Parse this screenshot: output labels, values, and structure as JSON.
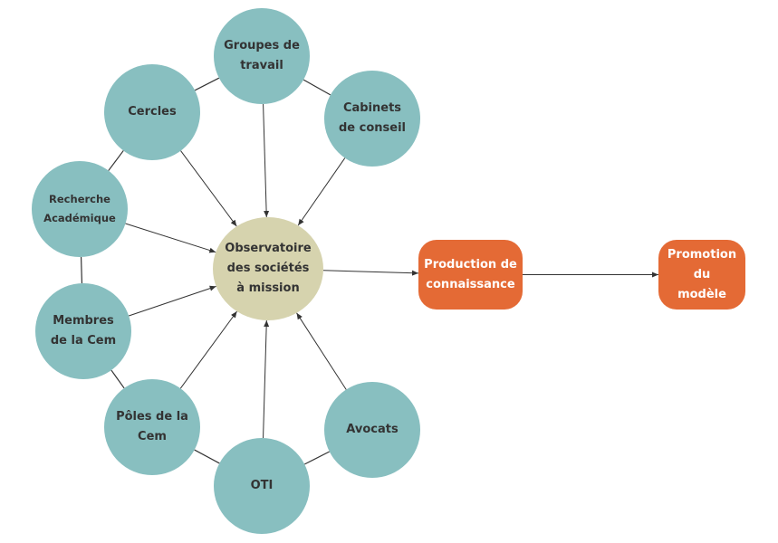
{
  "diagram": {
    "colors": {
      "satellite": "#88bfc0",
      "center": "#d6d3ae",
      "output": "#e46a35",
      "line": "#333333"
    },
    "center_node": {
      "id": "observatoire",
      "label": "Observatoire\ndes sociétés\nà mission"
    },
    "satellites": [
      {
        "id": "groupes",
        "label": "Groupes de\ntravail"
      },
      {
        "id": "cabinets",
        "label": "Cabinets\nde conseil"
      },
      {
        "id": "avocats",
        "label": "Avocats"
      },
      {
        "id": "oti",
        "label": "OTI"
      },
      {
        "id": "poles",
        "label": "Pôles de la\nCem"
      },
      {
        "id": "membres",
        "label": "Membres\nde la Cem"
      },
      {
        "id": "recherche",
        "label": "Recherche\nAcadémique"
      },
      {
        "id": "cercles",
        "label": "Cercles"
      }
    ],
    "outputs": [
      {
        "id": "production",
        "label": "Production de\nconnaissance"
      },
      {
        "id": "promotion",
        "label": "Promotion du\nmodèle"
      }
    ],
    "edges": [
      {
        "from": "groupes",
        "to": "observatoire",
        "type": "arrow"
      },
      {
        "from": "cabinets",
        "to": "observatoire",
        "type": "arrow"
      },
      {
        "from": "avocats",
        "to": "observatoire",
        "type": "arrow"
      },
      {
        "from": "oti",
        "to": "observatoire",
        "type": "arrow"
      },
      {
        "from": "poles",
        "to": "observatoire",
        "type": "arrow"
      },
      {
        "from": "membres",
        "to": "observatoire",
        "type": "arrow"
      },
      {
        "from": "recherche",
        "to": "observatoire",
        "type": "arrow"
      },
      {
        "from": "cercles",
        "to": "observatoire",
        "type": "arrow"
      },
      {
        "from": "observatoire",
        "to": "production",
        "type": "arrow"
      },
      {
        "from": "production",
        "to": "promotion",
        "type": "arrow"
      },
      {
        "from": "groupes",
        "to": "cabinets",
        "type": "line"
      },
      {
        "from": "cabinets",
        "to": "avocats",
        "type": "none"
      },
      {
        "from": "avocats",
        "to": "oti",
        "type": "line"
      },
      {
        "from": "oti",
        "to": "poles",
        "type": "line"
      },
      {
        "from": "poles",
        "to": "membres",
        "type": "line"
      },
      {
        "from": "membres",
        "to": "recherche",
        "type": "line"
      },
      {
        "from": "recherche",
        "to": "cercles",
        "type": "line"
      },
      {
        "from": "cercles",
        "to": "groupes",
        "type": "line"
      }
    ]
  }
}
